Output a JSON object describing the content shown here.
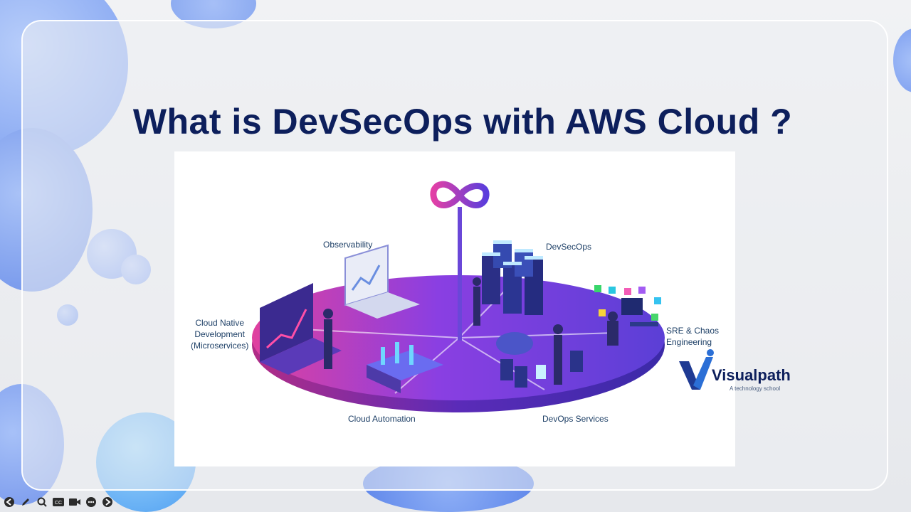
{
  "slide": {
    "title": "What is DevSecOps with AWS Cloud ?"
  },
  "diagram": {
    "labels": {
      "observability": "Observability",
      "devsecops": "DevSecOps",
      "cloud_native_1": "Cloud Native",
      "cloud_native_2": "Development",
      "cloud_native_3": "(Microservices)",
      "sre_1": "SRE & Chaos",
      "sre_2": "Engineering",
      "cloud_automation": "Cloud Automation",
      "devops_services": "DevOps Services"
    }
  },
  "logo": {
    "name": "Visualpath",
    "tagline": "A technology school"
  },
  "toolbar": {
    "icons": [
      "back-arrow-icon",
      "pen-icon",
      "search-icon",
      "captions-icon",
      "camera-icon",
      "more-icon",
      "forward-arrow-icon"
    ]
  },
  "colors": {
    "title": "#0d1f5c",
    "platform_purple": "#7b3fe0",
    "platform_magenta": "#d93aa8",
    "blob_blue": "#7fa8f5"
  }
}
